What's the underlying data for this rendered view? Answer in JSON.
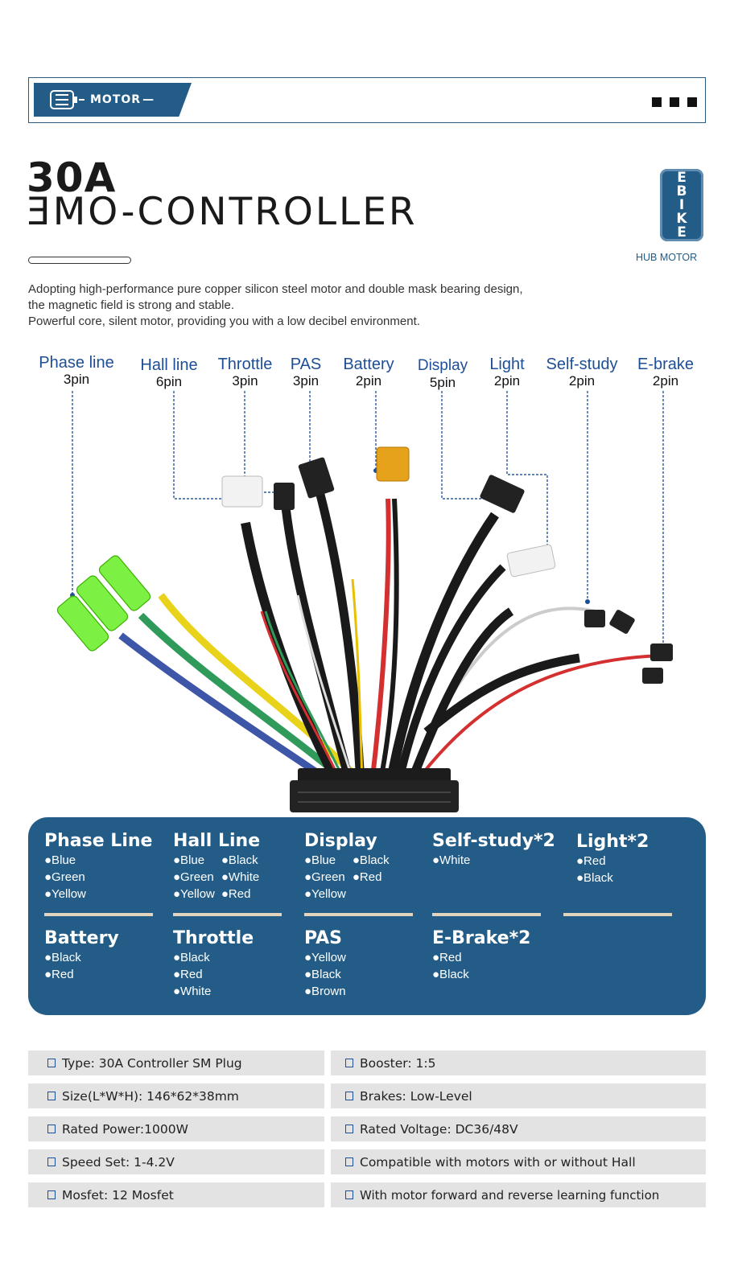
{
  "header": {
    "badge_label": "MOTOR",
    "icon": "motor-icon"
  },
  "title": {
    "line1": "30A",
    "line2": "ƎMO-CONTROLLER"
  },
  "logo": {
    "letters": [
      "E",
      "B",
      "I",
      "K",
      "E"
    ],
    "subtitle": "HUB MOTOR"
  },
  "description": [
    "Adopting high-performance pure copper silicon steel motor and double mask bearing design,",
    "the magnetic field is strong and stable.",
    "Powerful core, silent motor, providing you with a low decibel environment."
  ],
  "pins": [
    {
      "name": "Phase line",
      "count": "3pin"
    },
    {
      "name": "Hall line",
      "count": "6pin"
    },
    {
      "name": "Throttle",
      "count": "3pin"
    },
    {
      "name": "PAS",
      "count": "3pin"
    },
    {
      "name": "Battery",
      "count": "2pin"
    },
    {
      "name": "Display",
      "count": "5pin"
    },
    {
      "name": "Light",
      "count": "2pin"
    },
    {
      "name": "Self-study",
      "count": "2pin"
    },
    {
      "name": "E-brake",
      "count": "2pin"
    }
  ],
  "wire_colors": {
    "panel": "#235c86",
    "accent": "#1d4e96",
    "separator": "#e3d5bd",
    "phase_yellow": "#e8d31a",
    "phase_green": "#2f9a5a",
    "phase_blue": "#3e56a8",
    "connector_green": "#66ee22"
  },
  "groups": {
    "phase": {
      "title": "Phase Line",
      "col1": [
        "●Blue",
        "●Green",
        "●Yellow"
      ]
    },
    "hall": {
      "title": "Hall Line",
      "col1": [
        "●Blue",
        "●Green",
        "●Yellow"
      ],
      "col2": [
        "●Black",
        "●White",
        "●Red"
      ]
    },
    "display": {
      "title": "Display",
      "col1": [
        "●Blue",
        "●Green",
        "●Yellow"
      ],
      "col2": [
        "●Black",
        "●Red"
      ]
    },
    "selfstudy": {
      "title": "Self-study*2",
      "col1": [
        "●White"
      ]
    },
    "light": {
      "title": "Light*2",
      "col1": [
        "●Red",
        "●Black"
      ]
    },
    "battery": {
      "title": "Battery",
      "col1": [
        "●Black",
        "●Red"
      ]
    },
    "throttle": {
      "title": "Throttle",
      "col1": [
        "●Black",
        "●Red",
        "●White"
      ]
    },
    "pas": {
      "title": "PAS",
      "col1": [
        "●Yellow",
        "●Black",
        "●Brown"
      ]
    },
    "ebrake": {
      "title": "E-Brake*2",
      "col1": [
        "●Red",
        "●Black"
      ]
    }
  },
  "specs": {
    "left": [
      "Type: 30A Controller SM Plug",
      "Size(L*W*H): 146*62*38mm",
      "Rated Power:1000W",
      "Speed Set: 1-4.2V",
      "Mosfet: 12 Mosfet"
    ],
    "right": [
      "Booster: 1:5",
      "Brakes: Low-Level",
      "Rated Voltage: DC36/48V",
      "Compatible with motors with or without Hall",
      "With motor forward and reverse learning function"
    ]
  }
}
